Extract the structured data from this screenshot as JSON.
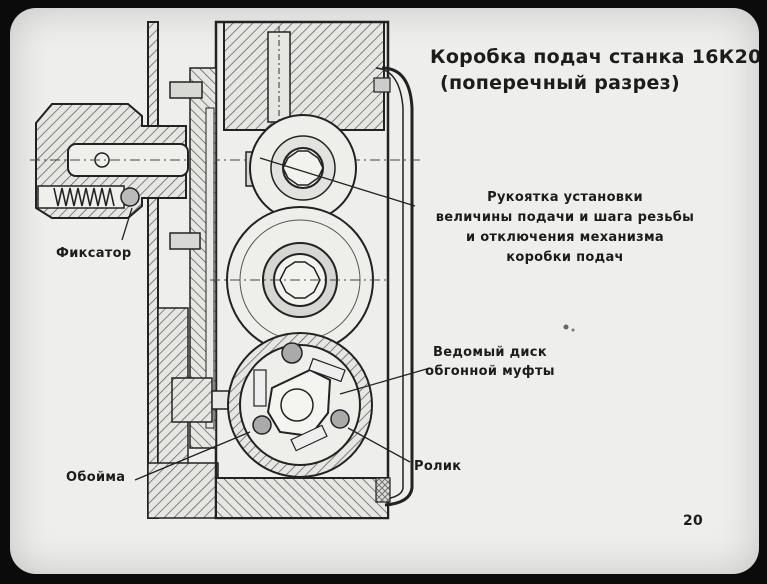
{
  "slide": {
    "title_line1": "Коробка подач станка 16К20",
    "title_line2": "(поперечный разрез)",
    "page_number": "20"
  },
  "labels": {
    "handle": {
      "line1": "Рукоятка установки",
      "line2": "величины подачи и шага резьбы",
      "line3": "и отключения механизма",
      "line4": "коробки подач"
    },
    "fixator": "Фиксатор",
    "driven_disc": {
      "line1": "Ведомый диск",
      "line2": "обгонной муфты"
    },
    "cage": "Обойма",
    "roller": "Ролик"
  }
}
